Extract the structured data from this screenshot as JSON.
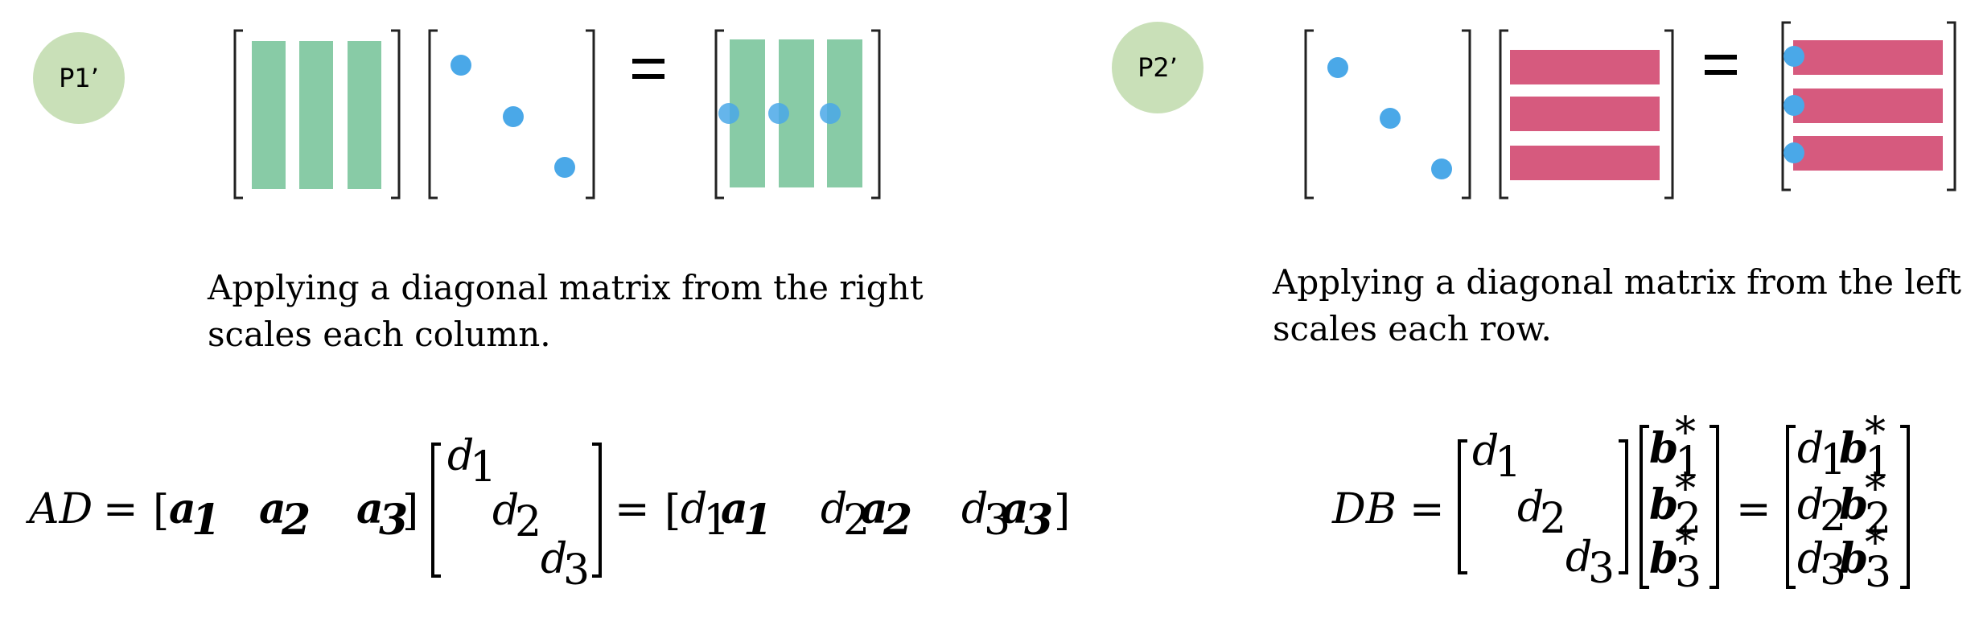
{
  "colors": {
    "green_bar": "#88cba6",
    "pink_bar": "#d65a7e",
    "dot": "#4aa8e8",
    "label_circle": "#c9e0b8"
  },
  "panel_left": {
    "label": "P1’",
    "caption_line1": "Applying a diagonal matrix from the right",
    "caption_line2": "scales each column."
  },
  "panel_right": {
    "label": "P2’",
    "caption_line1": "Applying a diagonal matrix from the left",
    "caption_line2": "scales each row."
  },
  "formula_left": {
    "lhs": "AD",
    "eq": "=",
    "a": "a",
    "sub1": "1",
    "sub2": "2",
    "sub3": "3",
    "d": "d",
    "open": "[",
    "close": "]"
  },
  "formula_right": {
    "lhs": "DB",
    "eq": "=",
    "b": "b",
    "star": "*",
    "d": "d",
    "sub1": "1",
    "sub2": "2",
    "sub3": "3"
  }
}
